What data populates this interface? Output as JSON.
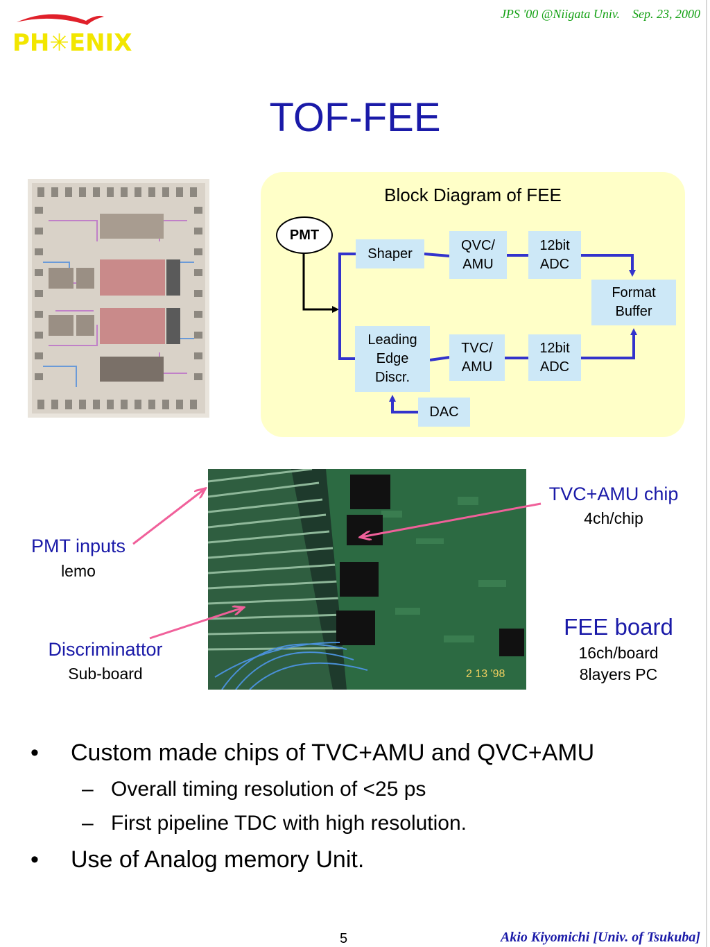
{
  "header": {
    "conference": "JPS '00 @Niigata Univ.",
    "date": "Sep. 23, 2000"
  },
  "logo": {
    "text": "PH✳ENIX",
    "text_color": "#f2e600",
    "swoosh_color": "#e0202a"
  },
  "title": "TOF-FEE",
  "colors": {
    "title_blue": "#1a1aa8",
    "panel_yellow": "#ffffc8",
    "block_fill": "#cde8f7",
    "connector_blue": "#3333cc",
    "annotation_pink": "#f0609a",
    "header_green": "#12a012"
  },
  "chip_photo": {
    "icon": "asic-die-photo"
  },
  "block_diagram": {
    "title": "Block Diagram of FEE",
    "pmt": "PMT",
    "shaper": "Shaper",
    "qvc_amu": "QVC/\nAMU",
    "adc_top": "12bit\nADC",
    "format_buffer": "Format\nBuffer",
    "leading_edge": "Leading\nEdge\nDiscr.",
    "tvc_amu": "TVC/\nAMU",
    "adc_bottom": "12bit\nADC",
    "dac": "DAC"
  },
  "board_photo": {
    "icon": "fee-board-photo",
    "stamp": "2 13 '98"
  },
  "annotations": {
    "pmt_inputs": {
      "title": "PMT inputs",
      "sub": "lemo"
    },
    "discriminator": {
      "title": "Discriminattor",
      "sub": "Sub-board"
    },
    "tvc_chip": {
      "title": "TVC+AMU chip",
      "sub": "4ch/chip"
    },
    "fee_board": {
      "title": "FEE board",
      "sub1": "16ch/board",
      "sub2": "8layers PC"
    }
  },
  "bullets": [
    {
      "marker": "•",
      "text": "Custom made chips of TVC+AMU and QVC+AMU",
      "subs": [
        {
          "marker": "–",
          "text": "Overall timing resolution of <25 ps"
        },
        {
          "marker": "–",
          "text": "First pipeline TDC with high resolution."
        }
      ]
    },
    {
      "marker": "•",
      "text": "Use of Analog memory Unit."
    }
  ],
  "footer": {
    "page_number": "5",
    "author": "Akio Kiyomichi [Univ. of Tsukuba]"
  }
}
